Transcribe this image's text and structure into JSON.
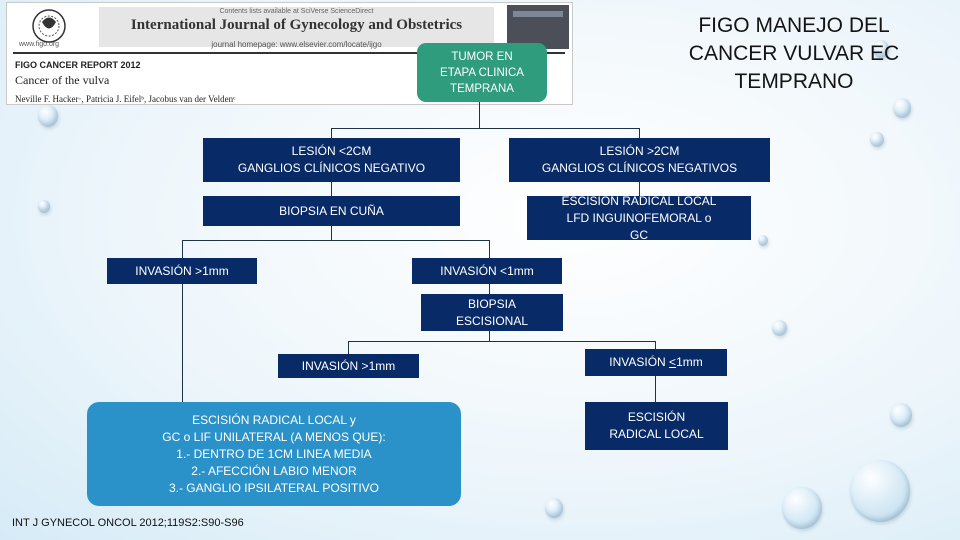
{
  "journal": {
    "available": "Contents lists available at SciVerse ScienceDirect",
    "title": "International Journal of Gynecology and Obstetrics",
    "homepage": "journal homepage: www.elsevier.com/locate/ijgo",
    "logo_url": "www.figo.org",
    "report": "FIGO CANCER REPORT 2012",
    "article_title": "Cancer of the vulva",
    "authors": "Neville F. Hacker·, Patricia J. Eifelᵇ, Jacobus van der Veldenᶜ"
  },
  "slide_title": {
    "line1": "FIGO MANEJO DEL",
    "line2": "CANCER VULVAR EC",
    "line3": "TEMPRANO"
  },
  "nodes": {
    "tumor": [
      "TUMOR EN",
      "ETAPA CLINICA",
      "TEMPRANA"
    ],
    "lesion_small": [
      "LESIÓN <2CM",
      "GANGLIOS CLÍNICOS NEGATIVO"
    ],
    "lesion_large": [
      "LESIÓN >2CM",
      "GANGLIOS CLÍNICOS NEGATIVOS"
    ],
    "biopsia_cuna": "BIOPSIA EN CUÑA",
    "escision_radical_lfd": [
      "ESCISIÓN RADICAL LOCAL",
      "LFD INGUINOFEMORAL o",
      "GC"
    ],
    "invasion_gt1_top": "INVASIÓN >1mm",
    "invasion_lt1_top": "INVASIÓN <1mm",
    "biopsia_escisional": [
      "BIOPSIA",
      "ESCISIONAL"
    ],
    "invasion_gt1_mid": "INVASIÓN >1mm",
    "invasion_le1_prefix": "INVASIÓN ",
    "invasion_le1_symbol": "<",
    "invasion_le1_suffix": "1mm",
    "escision_radical_gc": [
      "ESCISIÓN RADICAL LOCAL y",
      "GC o LIF UNILATERAL (A MENOS QUE):",
      "1.- DENTRO DE 1CM LINEA MEDIA",
      "2.- AFECCIÓN LABIO MENOR",
      "3.- GANGLIO IPSILATERAL POSITIVO"
    ],
    "escision_radical_local": [
      "ESCISIÓN",
      "RADICAL LOCAL"
    ]
  },
  "reference": "INT J GYNECOL ONCOL 2012;119S2:S90-S96",
  "colors": {
    "navy": "#082b68",
    "teal": "#2f9c7e",
    "light_blue": "#2b92c9",
    "connector": "#1e3248"
  }
}
